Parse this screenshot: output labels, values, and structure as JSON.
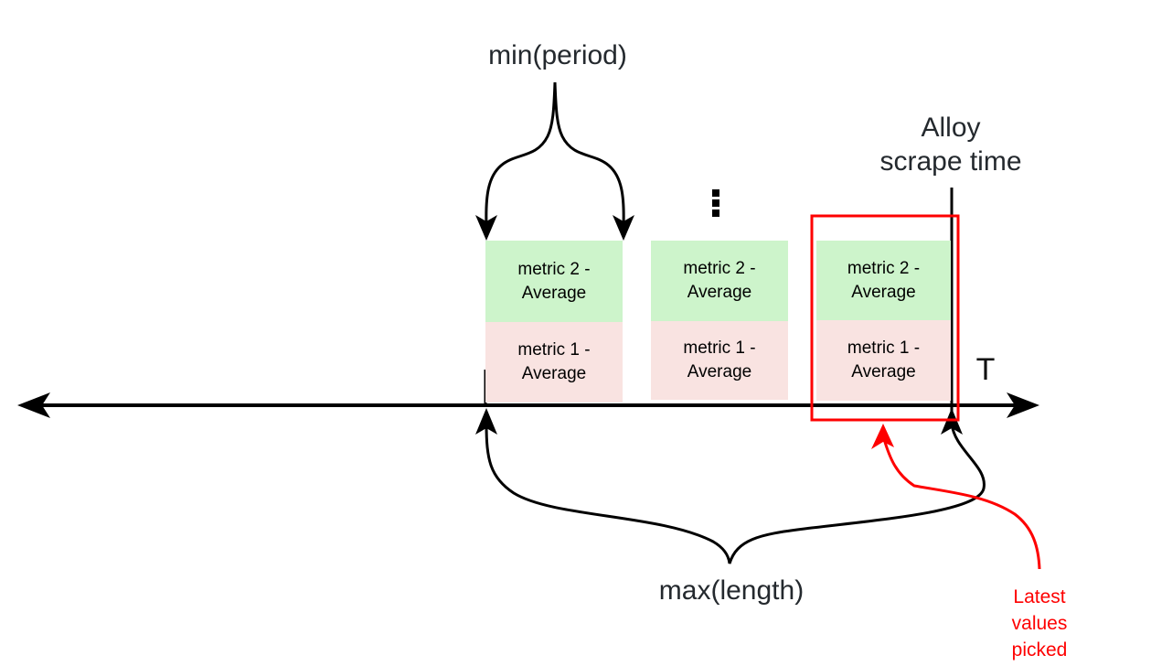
{
  "colors": {
    "metric2_green": "#cdf4cb",
    "metric1_pink": "#f9e3e1",
    "highlight_red": "#fe0000",
    "ink": "#000000",
    "title_ink": "#24292e"
  },
  "labels": {
    "min_period": "min(period)",
    "alloy_scrape_time": "Alloy\nscrape time",
    "axis_t": "T",
    "max_length": "max(length)",
    "latest_values_picked": "Latest values\npicked"
  },
  "icons": {
    "continuation": "vertical-ellipsis"
  },
  "blocks": [
    {
      "top_label": "metric 2 -\nAverage",
      "bottom_label": "metric 1 -\nAverage"
    },
    {
      "top_label": "metric 2 -\nAverage",
      "bottom_label": "metric 1 -\nAverage"
    },
    {
      "top_label": "metric 2 -\nAverage",
      "bottom_label": "metric 1 -\nAverage"
    }
  ]
}
